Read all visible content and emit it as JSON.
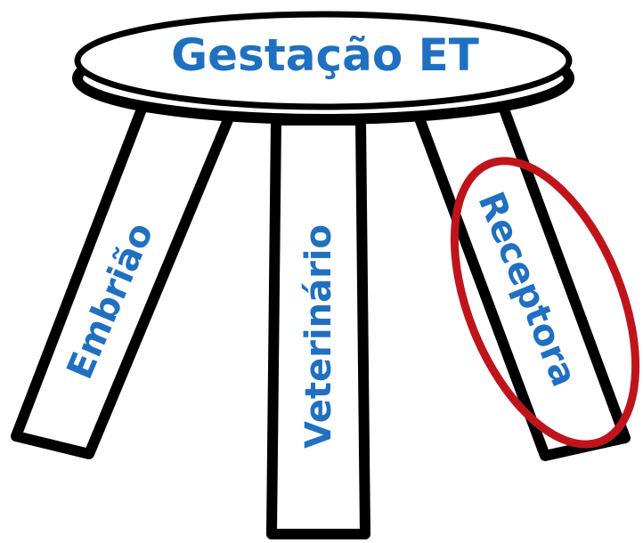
{
  "diagram": {
    "seat_label": "Gestação ET",
    "legs": [
      {
        "label": "Embrião",
        "highlighted": false
      },
      {
        "label": "Veterinário",
        "highlighted": false
      },
      {
        "label": "Receptora",
        "highlighted": true
      }
    ],
    "colors": {
      "label_text": "#1f70c1",
      "outline": "#000000",
      "highlight_ring": "#c0141b",
      "fill": "#ffffff"
    }
  }
}
